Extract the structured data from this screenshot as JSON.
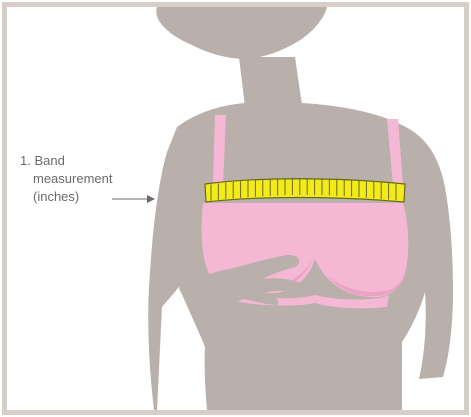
{
  "annotation": {
    "number": "1.",
    "line1": "Band",
    "line2": "measurement",
    "line3": "(inches)"
  },
  "colors": {
    "frame": "#d7ceca",
    "silhouette": "#b9b0ab",
    "bra": "#f5b8d4",
    "bra_shadow": "#eaa3c4",
    "tape": "#f3ea1c",
    "tape_outline": "#6b6a1a",
    "arrow": "#6a6a6a"
  },
  "icons": [
    "woman-silhouette",
    "bra",
    "measuring-tape",
    "arrow-right"
  ]
}
